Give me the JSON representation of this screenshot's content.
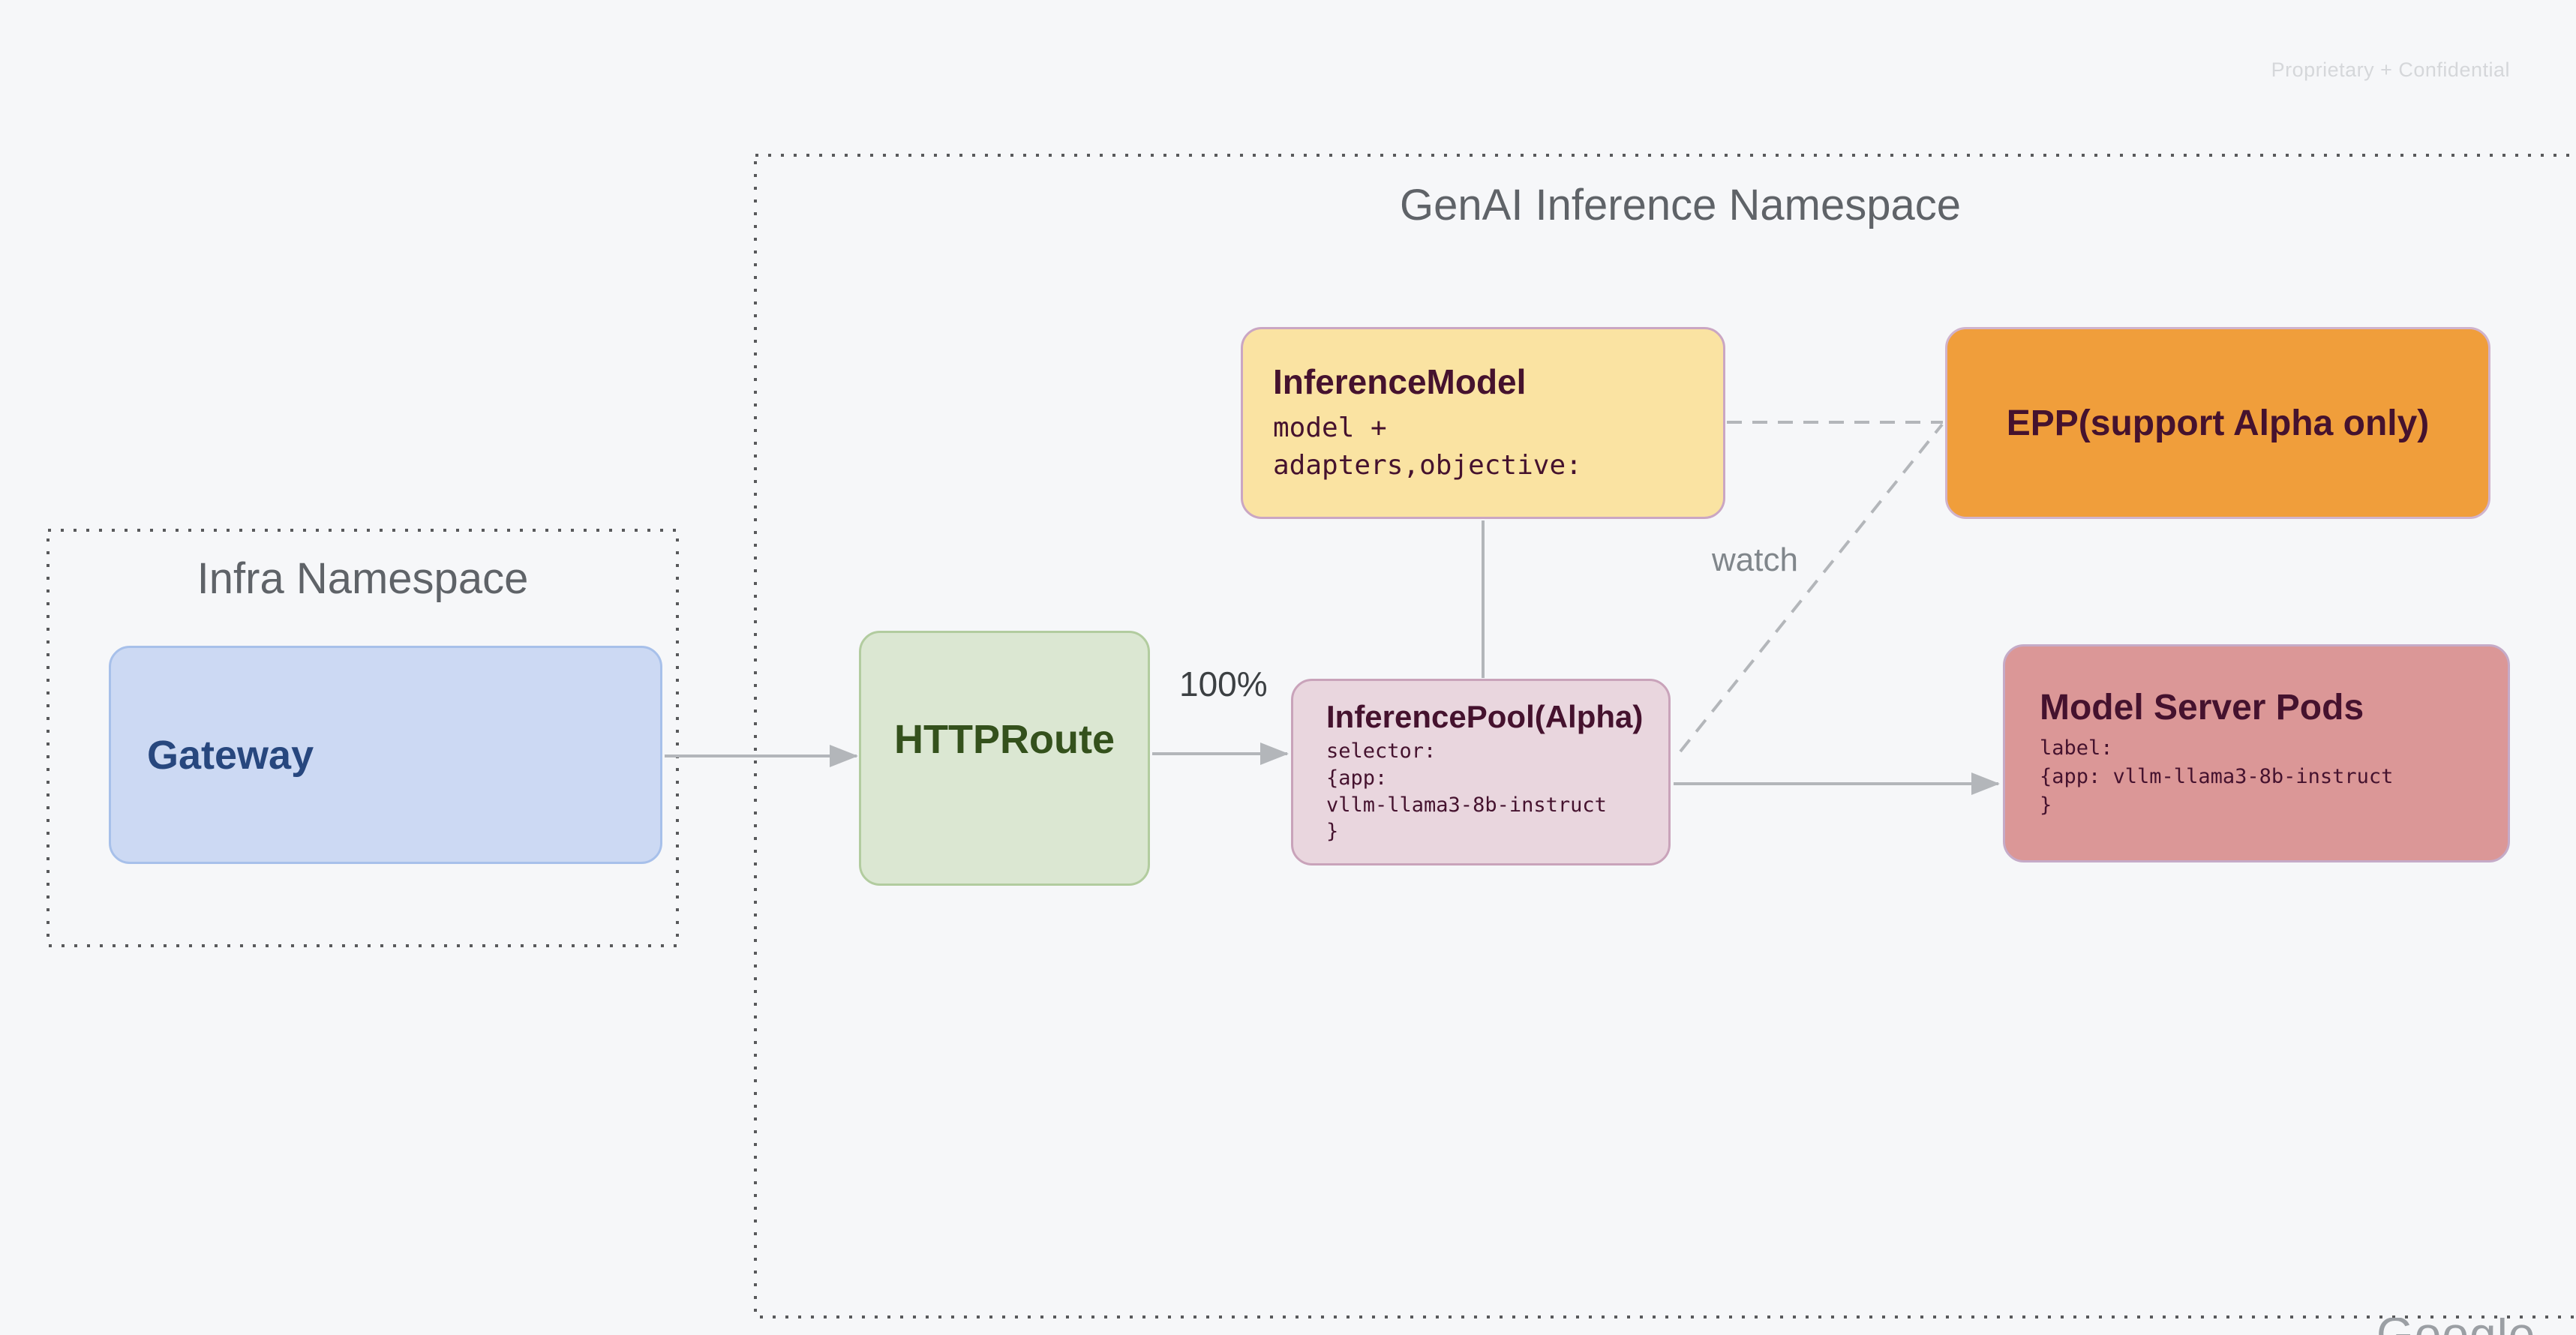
{
  "page": {
    "watermark": "Proprietary + Confidential",
    "partial_logo_text": "Google",
    "background_color": "#f6f7f9"
  },
  "namespaces": {
    "infra": {
      "title": "Infra Namespace"
    },
    "genai": {
      "title": "GenAI Inference Namespace"
    }
  },
  "nodes": {
    "gateway": {
      "title": "Gateway",
      "fill": "#ccd9f3",
      "border": "#a7c0ea",
      "text_color": "#27477e"
    },
    "httproute": {
      "title": "HTTPRoute",
      "fill": "#dbe7d2",
      "border": "#b2cc9f",
      "text_color": "#34511c"
    },
    "inference_model": {
      "title": "InferenceModel",
      "body": "model +\nadapters,objective:",
      "fill": "#fae3a2",
      "border": "#caa6c3",
      "text_color": "#45122e"
    },
    "epp": {
      "title": "EPP(support Alpha only)",
      "fill": "#f09e3b",
      "border": "#d0b3cc",
      "text_color": "#45122e"
    },
    "inference_pool": {
      "title": "InferencePool(Alpha)",
      "body": "selector:\n{app:\nvllm-llama3-8b-instruct\n}",
      "fill": "#e9d6de",
      "border": "#c9a3ba",
      "text_color": "#45122e"
    },
    "model_server_pods": {
      "title": "Model Server Pods",
      "body": "label:\n{app: vllm-llama3-8b-instruct\n}",
      "fill": "#db9797",
      "border": "#c5abc8",
      "text_color": "#45122e"
    }
  },
  "edges": {
    "route_weight_label": "100%",
    "watch_label": "watch",
    "line_color": "#b3b6ba",
    "dotted_border_color": "#58595b",
    "connections": [
      {
        "from": "gateway",
        "to": "httproute",
        "style": "solid-arrow"
      },
      {
        "from": "httproute",
        "to": "inference_pool",
        "style": "solid-arrow",
        "label": "100%"
      },
      {
        "from": "inference_model",
        "to": "inference_pool",
        "style": "solid-line"
      },
      {
        "from": "inference_model",
        "to": "epp",
        "style": "dashed-line"
      },
      {
        "from": "inference_pool",
        "to": "epp",
        "style": "dashed-line",
        "label": "watch"
      },
      {
        "from": "inference_pool",
        "to": "model_server_pods",
        "style": "solid-arrow"
      }
    ]
  }
}
